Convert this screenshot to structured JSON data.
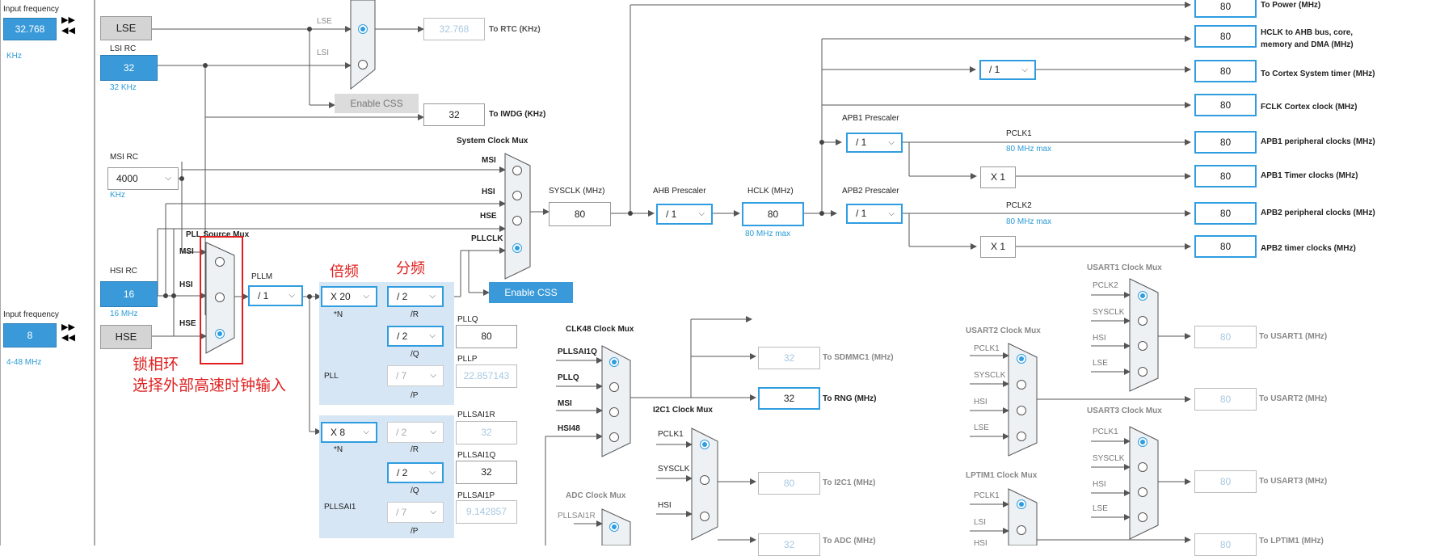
{
  "lse": {
    "input_label": "Input frequency",
    "input_value": "32.768",
    "unit": "KHz",
    "name": "LSE"
  },
  "lsi": {
    "label": "LSI RC",
    "value": "32",
    "unit": "32 KHz"
  },
  "rtc": {
    "mux_in_lse": "LSE",
    "mux_in_lsi": "LSI",
    "value": "32.768",
    "label": "To RTC (KHz)",
    "enable_css": "Enable CSS"
  },
  "iwdg": {
    "value": "32",
    "label": "To IWDG (KHz)"
  },
  "msi": {
    "label": "MSI RC",
    "value": "4000",
    "unit": "KHz"
  },
  "hsi": {
    "label": "HSI RC",
    "value": "16",
    "unit": "16 MHz"
  },
  "hse": {
    "input_label": "Input frequency",
    "input_value": "8",
    "unit": "4-48 MHz",
    "name": "HSE"
  },
  "sysclk_mux": {
    "title": "System Clock Mux",
    "in_msi": "MSI",
    "in_hsi": "HSI",
    "in_hse": "HSE",
    "in_pllclk": "PLLCLK",
    "enable_css": "Enable CSS"
  },
  "pll_src_mux": {
    "title": "PLL Source Mux",
    "in_msi": "MSI",
    "in_hsi": "HSI",
    "in_hse": "HSE",
    "pllm_label": "PLLM",
    "pllm_value": "/ 1"
  },
  "annotations": {
    "mult": "倍频",
    "div": "分频",
    "pll_line1": "锁相环",
    "pll_line2": "选择外部高速时钟输入"
  },
  "pll": {
    "n_value": "X 20",
    "n_label": "*N",
    "r_value": "/ 2",
    "r_label": "/R",
    "q_value": "/ 2",
    "q_label": "/Q",
    "p_value": "/ 7",
    "p_label": "/P",
    "name": "PLL",
    "pllq_label": "PLLQ",
    "pllq_value": "80",
    "pllp_label": "PLLP",
    "pllp_value": "22.857143"
  },
  "pllsai1": {
    "n_value": "X 8",
    "n_label": "*N",
    "r_value": "/ 2",
    "r_label": "/R",
    "q_value": "/ 2",
    "q_label": "/Q",
    "p_value": "/ 7",
    "p_label": "/P",
    "name": "PLLSAI1",
    "r_out_label": "PLLSAI1R",
    "r_out_value": "32",
    "q_out_label": "PLLSAI1Q",
    "q_out_value": "32",
    "p_out_label": "PLLSAI1P",
    "p_out_value": "9.142857"
  },
  "sysclk": {
    "label": "SYSCLK (MHz)",
    "value": "80"
  },
  "ahb": {
    "label": "AHB Prescaler",
    "value": "/ 1"
  },
  "hclk": {
    "label": "HCLK (MHz)",
    "value": "80",
    "max": "80 MHz max"
  },
  "cortex_div": {
    "value": "/ 1"
  },
  "apb1": {
    "label": "APB1 Prescaler",
    "value": "/ 1",
    "pclk": "PCLK1",
    "max": "80 MHz max",
    "timer_mult": "X 1"
  },
  "apb2": {
    "label": "APB2 Prescaler",
    "value": "/ 1",
    "pclk": "PCLK2",
    "max": "80 MHz max",
    "timer_mult": "X 1"
  },
  "outputs": [
    {
      "value": "80",
      "label": "To Power (MHz)"
    },
    {
      "value": "80",
      "label": "HCLK to AHB bus, core,"
    },
    {
      "value": "80",
      "label": "To Cortex System timer (MHz)"
    },
    {
      "value": "80",
      "label": "FCLK Cortex clock (MHz)"
    },
    {
      "value": "80",
      "label": "APB1 peripheral clocks (MHz)"
    },
    {
      "value": "80",
      "label": "APB1 Timer clocks (MHz)"
    },
    {
      "value": "80",
      "label": "APB2 peripheral clocks (MHz)"
    },
    {
      "value": "80",
      "label": "APB2 timer clocks (MHz)"
    }
  ],
  "hclk_label_line2": "memory and DMA (MHz)",
  "clk48_mux": {
    "title": "CLK48 Clock Mux",
    "inputs": [
      "PLLSAI1Q",
      "PLLQ",
      "MSI",
      "HSI48"
    ],
    "sdmmc_value": "32",
    "sdmmc_label": "To SDMMC1 (MHz)",
    "rng_value": "32",
    "rng_label": "To RNG (MHz)"
  },
  "i2c1_mux": {
    "title": "I2C1 Clock Mux",
    "inputs": [
      "PCLK1",
      "SYSCLK",
      "HSI"
    ],
    "value": "80",
    "label": "To I2C1 (MHz)"
  },
  "adc_mux": {
    "title": "ADC Clock Mux",
    "inputs": [
      "PLLSAI1R"
    ],
    "value": "32",
    "label": "To ADC (MHz)"
  },
  "usart1_mux": {
    "title": "USART1 Clock Mux",
    "inputs": [
      "PCLK2",
      "SYSCLK",
      "HSI",
      "LSE"
    ],
    "value": "80",
    "label": "To USART1 (MHz)"
  },
  "usart2_mux": {
    "title": "USART2 Clock Mux",
    "inputs": [
      "PCLK1",
      "SYSCLK",
      "HSI",
      "LSE"
    ],
    "value": "80",
    "label": "To USART2 (MHz)"
  },
  "usart3_mux": {
    "title": "USART3 Clock Mux",
    "inputs": [
      "PCLK1",
      "SYSCLK",
      "HSI",
      "LSE"
    ],
    "value": "80",
    "label": "To USART3 (MHz)"
  },
  "lptim1_mux": {
    "title": "LPTIM1 Clock Mux",
    "inputs": [
      "PCLK1",
      "LSI",
      "HSI"
    ],
    "value": "80",
    "label": "To LPTIM1 (MHz)"
  },
  "colors": {
    "accent": "#2f9de0",
    "source_fill": "#3a9ad9",
    "annotation": "#e02020",
    "pll_panel": "#d6e6f4"
  }
}
